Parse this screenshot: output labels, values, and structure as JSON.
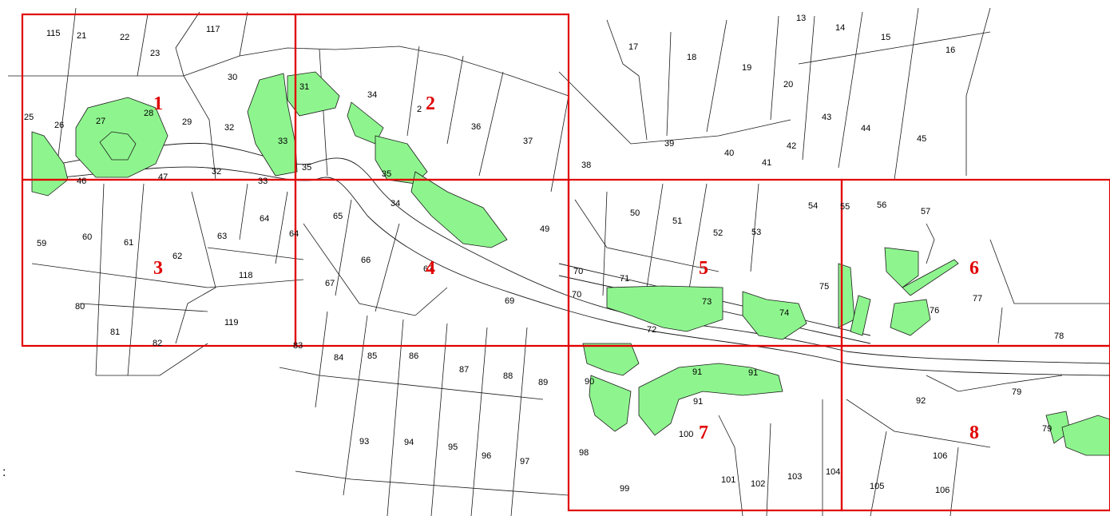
{
  "map": {
    "sheet_labels": [
      "1",
      "2",
      "3",
      "4",
      "5",
      "6",
      "7",
      "8"
    ],
    "parcel_labels": [
      "115",
      "21",
      "22",
      "117",
      "23",
      "30",
      "31",
      "34",
      "2",
      "36",
      "37",
      "17",
      "18",
      "19",
      "13",
      "14",
      "15",
      "16",
      "20",
      "25",
      "26",
      "27",
      "28",
      "29",
      "32",
      "33",
      "43",
      "44",
      "45",
      "39",
      "40",
      "41",
      "42",
      "38",
      "46",
      "47",
      "32",
      "33",
      "35",
      "35",
      "34",
      "49",
      "50",
      "51",
      "52",
      "53",
      "54",
      "55",
      "56",
      "57",
      "59",
      "60",
      "61",
      "62",
      "63",
      "64",
      "64",
      "65",
      "66",
      "67",
      "118",
      "67",
      "69",
      "70",
      "70",
      "71",
      "72",
      "73",
      "74",
      "75",
      "76",
      "77",
      "78",
      "80",
      "81",
      "82",
      "119",
      "83",
      "84",
      "85",
      "86",
      "87",
      "88",
      "89",
      "90",
      "91",
      "91",
      "91",
      "92",
      "79",
      "93",
      "94",
      "95",
      "96",
      "97",
      "98",
      "99",
      "100",
      "101",
      "102",
      "103",
      "104",
      "105",
      "106",
      "106",
      "79"
    ],
    "stray_text": ":",
    "colors": {
      "frame": "#e00000",
      "green": "#8ef58e",
      "lines": "#1a1a1a"
    }
  }
}
